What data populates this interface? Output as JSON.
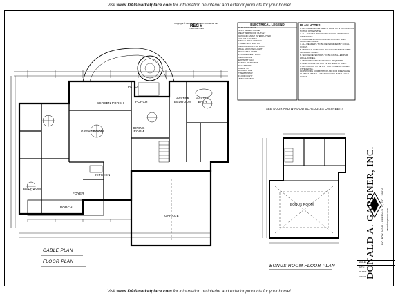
{
  "banner": {
    "prefix": "Visit ",
    "site": "www.DAGmarketplace.com",
    "suffix": " for information on interior and exterior products for your home!"
  },
  "copyright": {
    "line1": "Copyright © Donald A. Gardner Architects, Inc.",
    "reg_label": "REG #",
    "phone": "1-800-388-7580"
  },
  "electrical_legend": {
    "title": "ELECTRICAL LEGEND",
    "items": [
      "DUPLEX OUTLET",
      "SPLIT WIRED OUTLET",
      "WEATHERPROOF OUTLET",
      "GROUND FAULT INTERRUPTER",
      "240 VOLT OUTLET",
      "SINGLE POLE SWITCH",
      "THREE-WAY SWITCH",
      "CEILING MOUNTED LIGHT",
      "WALL MOUNTED LIGHT",
      "RECESSED LIGHT",
      "FLUORESCENT LIGHT",
      "CEILING FAN",
      "EXHAUST FAN",
      "SMOKE DETECTOR",
      "TELEPHONE",
      "CABLE TV",
      "DOOR CHIME",
      "THERMOSTAT",
      "FLOOD LIGHT",
      "JUNCTION BOX"
    ]
  },
  "plan_notes": {
    "title": "PLAN NOTES:",
    "items": [
      "1. ALL DIMENSIONS ARE TO FACE OF STUD UNLESS NOTED OTHERWISE.",
      "2. ALL ANGLED WALLS ARE 45° UNLESS NOTED OTHERWISE.",
      "3. PROVIDE SOLID BLOCKING FOR ALL WALL MOUNTED ITEMS.",
      "4. ALL HEADERS TO BE DETERMINED BY LOCAL CODES.",
      "5. VERIFY ALL WINDOW ROUGH OPENINGS WITH MANUFACTURER.",
      "6. SMOKE DETECTORS TO BE INSTALLED PER LOCAL CODES.",
      "7. PROVIDE ATTIC ACCESS AS REQUIRED.",
      "8. ELECTRICAL LAYOUT IS SCHEMATIC ONLY.",
      "9. ALL DOORS TO BE 6'-8\" HIGH UNLESS NOTED OTHERWISE.",
      "10. PROVIDE COMBUSTION AIR FOR FIREPLACE.",
      "11. INSULATE ALL EXTERIOR WALLS PER LOCAL CODES."
    ]
  },
  "schedule_note": "SEE DOOR AND WINDOW SCHEDULES ON SHEET 4",
  "rooms": {
    "patio": "PATIO",
    "screen_porch": "SCREEN PORCH",
    "porch_top": "PORCH",
    "master_bedroom": "MASTER BEDROOM",
    "master_bath": "MASTER BATH",
    "great_room": "GREAT ROOM",
    "dining_room": "DINING ROOM",
    "kitchen": "KITCHEN",
    "bedroom": "BEDROOM",
    "porch_front": "PORCH",
    "foyer": "FOYER",
    "garage": "GARAGE",
    "bonus_room": "BONUS ROOM"
  },
  "titles": {
    "gable_plan": "GABLE PLAN",
    "floor_plan": "FLOOR PLAN",
    "bonus_plan": "BONUS ROOM FLOOR PLAN"
  },
  "title_block": {
    "name": "DONALD A. GARDNER, INC.",
    "address": "P.O. BOX 26345 · GREENVILLE, S.C. · 29616",
    "website": "www.dongardner.com",
    "cells": [
      "SCALE:",
      "DATE:",
      "DRAWN:",
      "SHEET"
    ]
  }
}
